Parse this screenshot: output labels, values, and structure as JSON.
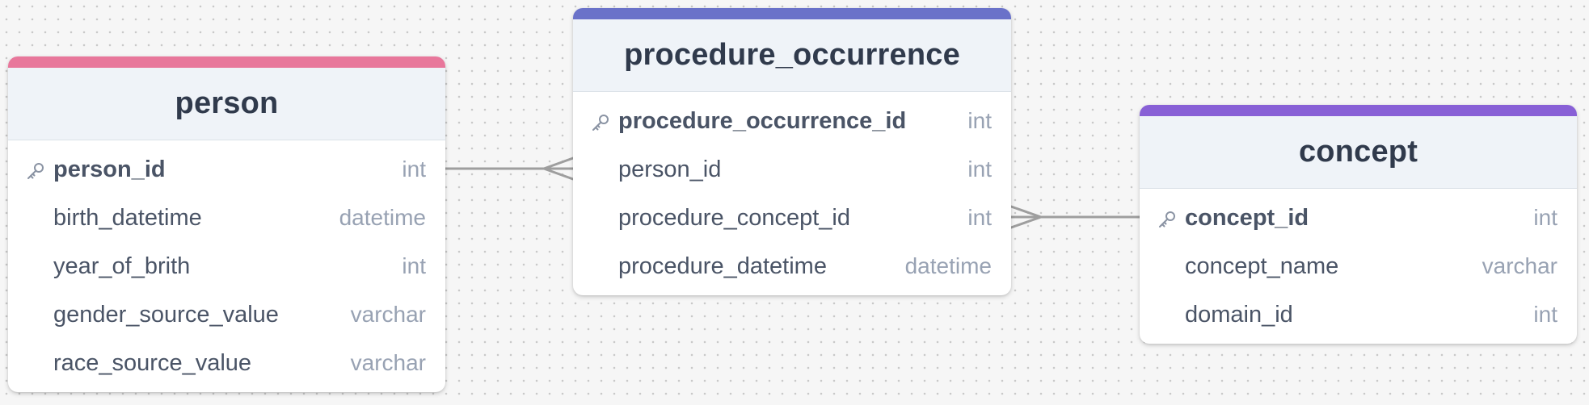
{
  "colors": {
    "person_accent": "#e8779b",
    "procedure_accent": "#6a72c9",
    "concept_accent": "#8860d6",
    "edge": "#9e9e9e"
  },
  "icons": {
    "primary_key": "key-icon"
  },
  "tables": {
    "person": {
      "name": "person",
      "columns": [
        {
          "name": "person_id",
          "type": "int",
          "pk": true
        },
        {
          "name": "birth_datetime",
          "type": "datetime",
          "pk": false
        },
        {
          "name": "year_of_brith",
          "type": "int",
          "pk": false
        },
        {
          "name": "gender_source_value",
          "type": "varchar",
          "pk": false
        },
        {
          "name": "race_source_value",
          "type": "varchar",
          "pk": false
        }
      ]
    },
    "procedure_occurrence": {
      "name": "procedure_occurrence",
      "columns": [
        {
          "name": "procedure_occurrence_id",
          "type": "int",
          "pk": true
        },
        {
          "name": "person_id",
          "type": "int",
          "pk": false
        },
        {
          "name": "procedure_concept_id",
          "type": "int",
          "pk": false
        },
        {
          "name": "procedure_datetime",
          "type": "datetime",
          "pk": false
        }
      ]
    },
    "concept": {
      "name": "concept",
      "columns": [
        {
          "name": "concept_id",
          "type": "int",
          "pk": true
        },
        {
          "name": "concept_name",
          "type": "varchar",
          "pk": false
        },
        {
          "name": "domain_id",
          "type": "int",
          "pk": false
        }
      ]
    }
  },
  "relationships": [
    {
      "from": "person.person_id",
      "to": "procedure_occurrence.person_id",
      "cardinality": "one-to-many"
    },
    {
      "from": "concept.concept_id",
      "to": "procedure_occurrence.procedure_concept_id",
      "cardinality": "one-to-many"
    }
  ]
}
